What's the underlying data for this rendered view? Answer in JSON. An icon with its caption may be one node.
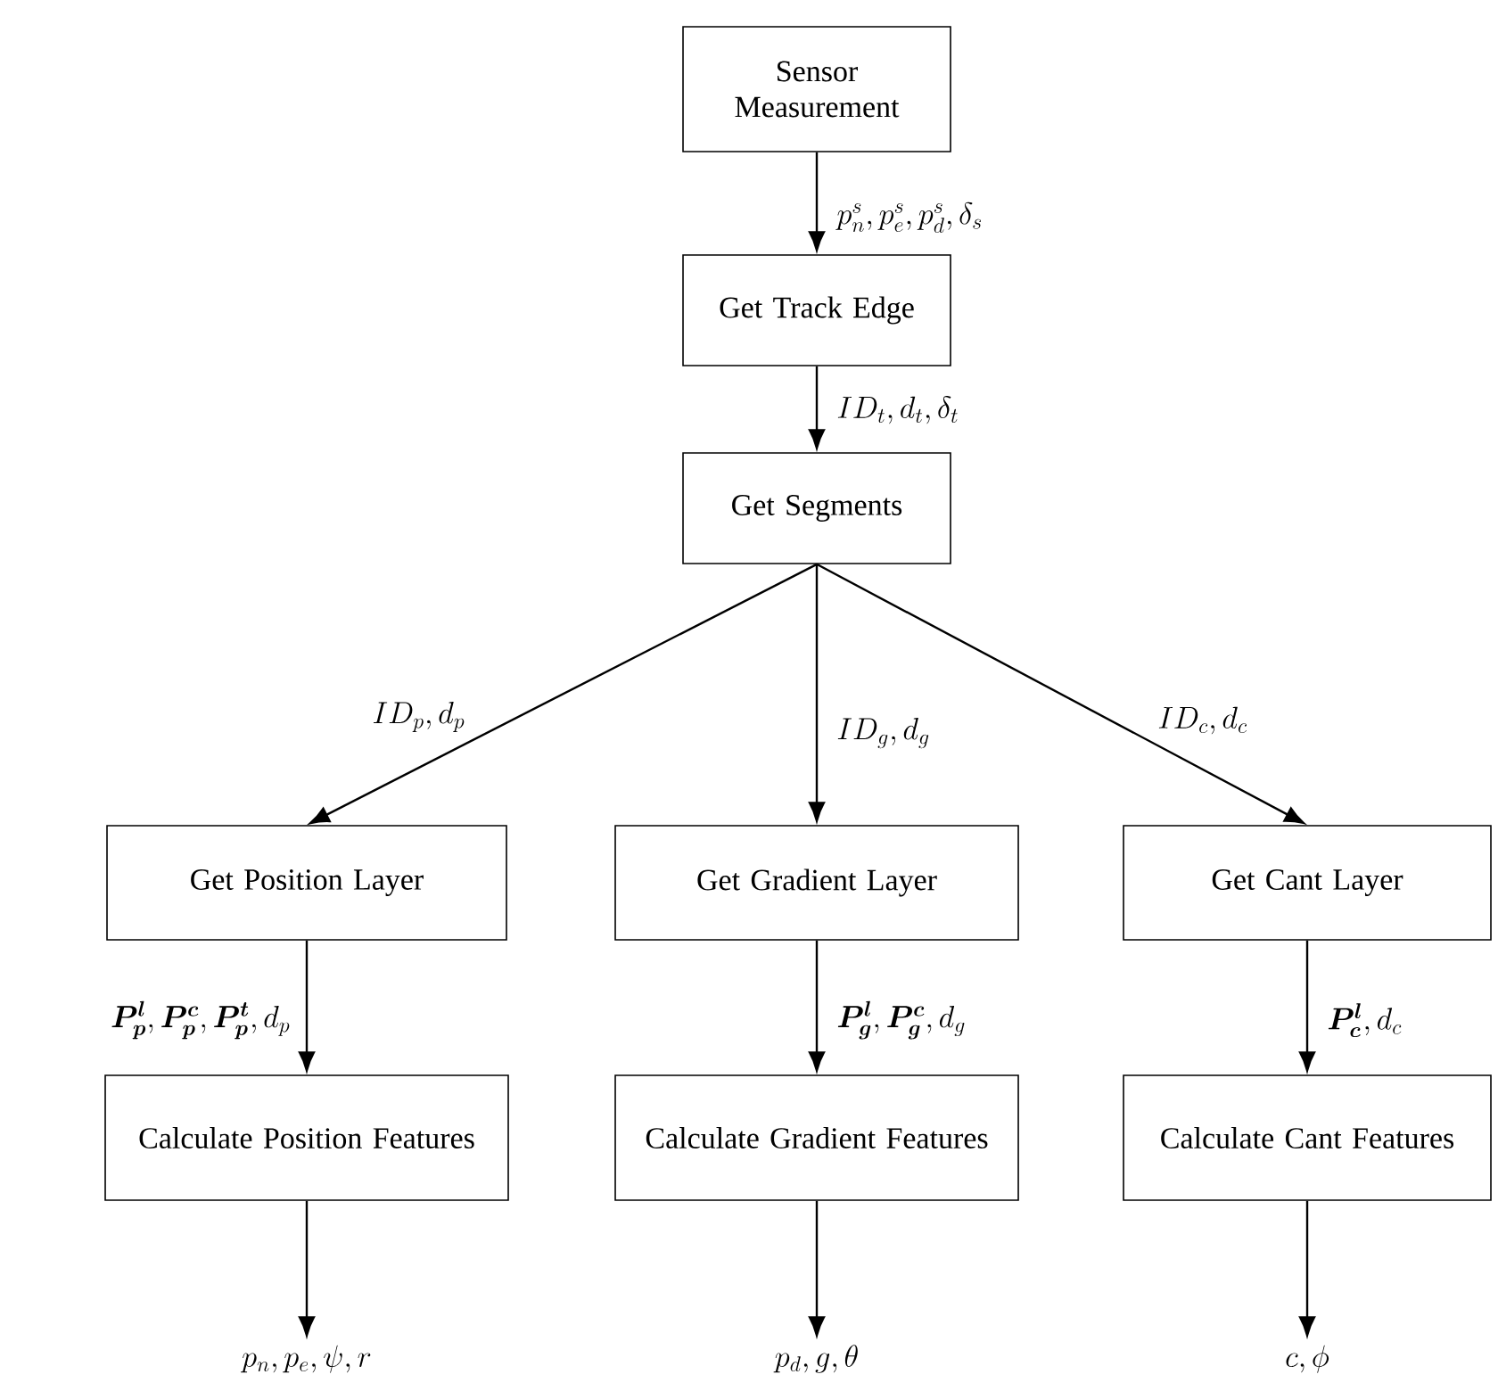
{
  "diagram": {
    "nodes": [
      {
        "text": [
          "Sensor Measurement"
        ]
      },
      {
        "text": [
          "Get Track Edge"
        ]
      },
      {
        "text": [
          "Get Segments"
        ]
      },
      {
        "text": [
          "Get Position Layer"
        ]
      },
      {
        "text": [
          "Get Gradient Layer"
        ]
      },
      {
        "text": [
          "Get Cant Layer"
        ]
      },
      {
        "text": [
          "Calculate Position Features"
        ]
      },
      {
        "text": [
          "Calculate Gradient Features"
        ]
      },
      {
        "text": [
          "Calculate Cant Features"
        ]
      },
      {
        "text": [
          "p_n, p_e, \\psi, r"
        ]
      },
      {
        "text": [
          "p_d, g, \\theta"
        ]
      },
      {
        "text": [
          "c, \\phi"
        ]
      }
    ],
    "edges": [
      {
        "from": 0,
        "to": 1,
        "arrow": "to",
        "label": "p_n^s, p_e^s, p_d^s, \\delta_s"
      },
      {
        "from": 1,
        "to": 2,
        "arrow": "to",
        "label": "ID_t, d_t, \\delta_t"
      },
      {
        "from": 2,
        "to": 3,
        "arrow": "to",
        "label": "ID_p, d_p"
      },
      {
        "from": 2,
        "to": 4,
        "arrow": "to",
        "label": "ID_g, d_g"
      },
      {
        "from": 2,
        "to": 5,
        "arrow": "to",
        "label": "ID_c, d_c"
      },
      {
        "from": 3,
        "to": 6,
        "arrow": "to",
        "label": "\\bm{P_p^l}, \\bm{P_p^c}, \\bm{P_p^t}, d_p"
      },
      {
        "from": 4,
        "to": 7,
        "arrow": "to",
        "label": "\\bm{P_g^l}, \\bm{P_g^c}, d_g"
      },
      {
        "from": 5,
        "to": 8,
        "arrow": "to",
        "label": "\\bm{P_c^l}, d_c"
      },
      {
        "from": 6,
        "to": 9,
        "arrow": "to"
      },
      {
        "from": 7,
        "to": 10,
        "arrow": "to"
      },
      {
        "from": 8,
        "to": 11,
        "arrow": "to"
      }
    ]
  }
}
